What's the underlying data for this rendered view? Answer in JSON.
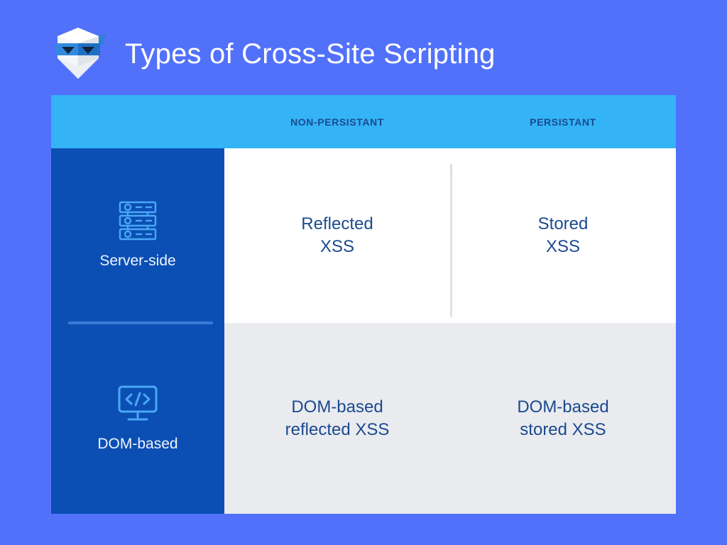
{
  "page": {
    "background_color": "#5271fb"
  },
  "header": {
    "title": "Types of Cross-Site Scripting",
    "logo_icon": "ninja-shield-icon"
  },
  "matrix": {
    "column_headers": [
      "NON-PERSISTANT",
      "PERSISTANT"
    ],
    "header_band_color": "#35b3f7",
    "header_text_color": "#1b4a8f",
    "row_labels": [
      {
        "label": "Server-side",
        "icon": "server-rack-icon"
      },
      {
        "label": "DOM-based",
        "icon": "monitor-code-icon"
      }
    ],
    "side_column_color": "#0b4fb4",
    "cells": [
      [
        {
          "line1": "Reflected",
          "line2": "XSS"
        },
        {
          "line1": "Stored",
          "line2": "XSS"
        }
      ],
      [
        {
          "line1": "DOM-based",
          "line2": "reflected XSS"
        },
        {
          "line1": "DOM-based",
          "line2": "stored XSS"
        }
      ]
    ],
    "row_backgrounds": [
      "#ffffff",
      "#e9ebef"
    ],
    "cell_text_color": "#1b4a8f"
  }
}
